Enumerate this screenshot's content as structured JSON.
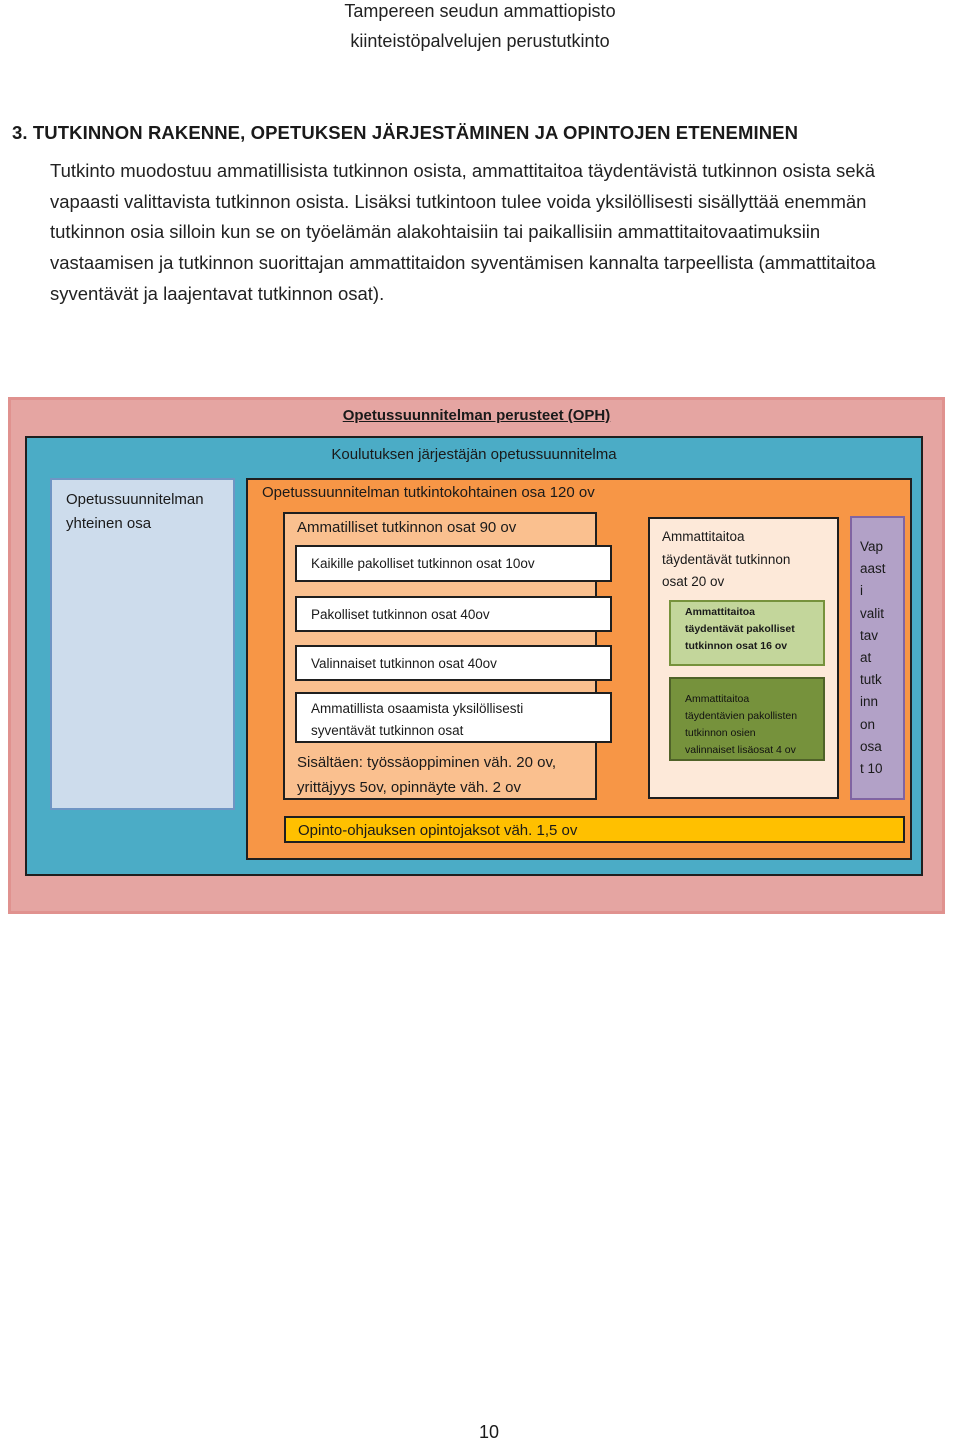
{
  "header": {
    "line1": "Tampereen seudun ammattiopisto",
    "line2": "kiinteistöpalvelujen perustutkinto"
  },
  "section_title": "3. TUTKINNON RAKENNE, OPETUKSEN JÄRJESTÄMINEN JA OPINTOJEN ETENEMINEN",
  "paragraph_lines": [
    "Tutkinto muodostuu ammatillisista tutkinnon osista, ammattitaitoa täydentävistä tutkinnon osista sekä",
    "vapaasti valittavista tutkinnon osista. Lisäksi tutkintoon tulee voida yksilöllisesti sisällyttää enemmän",
    "tutkinnon osia silloin kun se on työelämän alakohtaisiin tai paikallisiin ammattitaitovaatimuksiin",
    "vastaamisen ja tutkinnon suorittajan ammattitaidon syventämisen kannalta tarpeellista (ammattitaitoa",
    "syventävät ja laajentavat tutkinnon osat)."
  ],
  "diagram": {
    "oph_title": "Opetussuunnitelman perusteet (OPH)",
    "koulutus_title": "Koulutuksen järjestäjän opetussuunnitelma",
    "common_part": [
      "Opetussuunnitelman",
      "yhteinen osa"
    ],
    "specific_title": "Opetussuunnitelman tutkintokohtainen osa 120 ov",
    "ammatilliset_title": "Ammatilliset tutkinnon osat 90 ov",
    "box_kaikille": "Kaikille pakolliset tutkinnon osat 10ov",
    "box_pakolliset": "Pakolliset tutkinnon osat 40ov",
    "box_valinnaiset": "Valinnaiset tutkinnon osat 40ov",
    "box_yksilollisesti": [
      "Ammatillista osaamista yksilöllisesti",
      "syventävät tutkinnon osat"
    ],
    "including": [
      "Sisältäen: työssäoppiminen väh. 20 ov,",
      "yrittäjyys 5ov, opinnäyte väh. 2 ov"
    ],
    "taydentavat_title": [
      "Ammattitaitoa",
      "täydentävät tutkinnon",
      "osat 20 ov"
    ],
    "taydentavat_pakolliset": [
      "Ammattitaitoa",
      "täydentävät pakolliset",
      "tutkinnon osat 16 ov"
    ],
    "taydentavat_valinnaiset": [
      "Ammattitaitoa",
      "täydentävien pakollisten",
      "tutkinnon osien",
      "valinnaiset lisäosat 4 ov"
    ],
    "vapaasti": [
      "Vap",
      "aast",
      "i",
      "valit",
      "tav",
      "at",
      "tutk",
      "inn",
      "on",
      "osa",
      "t 10"
    ],
    "opinto_ohjaus": "Opinto-ohjauksen opintojaksot väh. 1,5 ov"
  },
  "page_number": "10",
  "colors": {
    "oph": "#e5a5a2",
    "koulutus": "#4bacc6",
    "common": "#cddcec",
    "specific": "#f79646",
    "ammatilliset": "#fac08f",
    "taydentavat": "#fde9d9",
    "green_light": "#c3d69b",
    "green_dark": "#76923c",
    "vapaasti": "#b2a1c7",
    "opinto": "#ffc000"
  }
}
